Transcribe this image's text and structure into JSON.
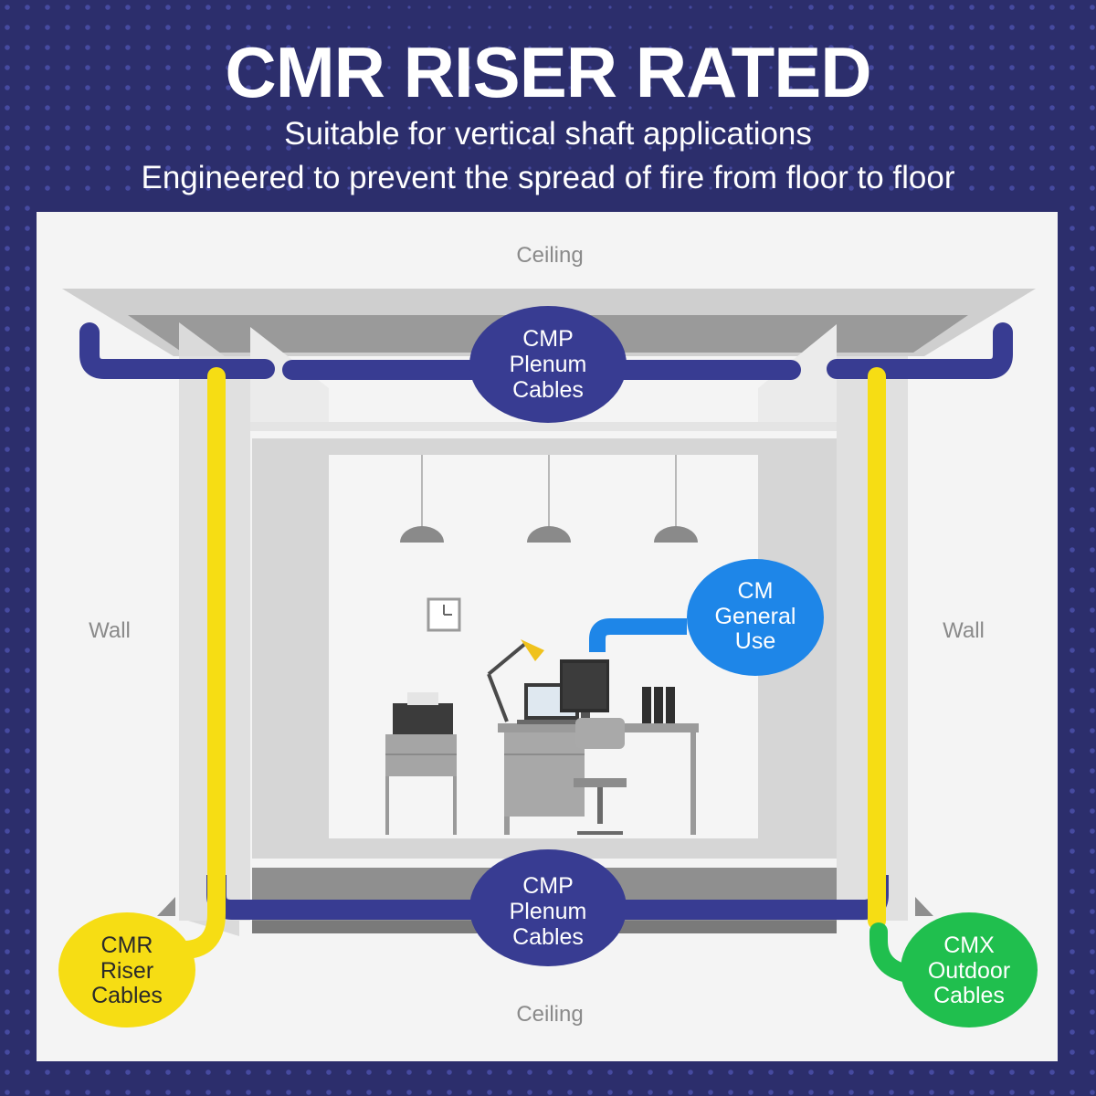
{
  "header": {
    "title": "CMR RISER RATED",
    "subtitle_line1": "Suitable for vertical shaft applications",
    "subtitle_line2": "Engineered to prevent the spread of fire from floor to floor"
  },
  "labels": {
    "ceiling_top": "Ceiling",
    "ceiling_bottom": "Ceiling",
    "wall_left": "Wall",
    "wall_right": "Wall"
  },
  "badges": {
    "cmp_top": [
      "CMP",
      "Plenum",
      "Cables"
    ],
    "cmp_bottom": [
      "CMP",
      "Plenum",
      "Cables"
    ],
    "cm_general": [
      "CM",
      "General",
      "Use"
    ],
    "cmr_riser": [
      "CMR",
      "Riser",
      "Cables"
    ],
    "cmx_outdoor": [
      "CMX",
      "Outdoor",
      "Cables"
    ]
  },
  "colors": {
    "background_navy": "#2c2e6c",
    "plenum_blue": "#383c92",
    "general_blue": "#1e86e8",
    "riser_yellow": "#f6dd14",
    "outdoor_green": "#20bf4e",
    "panel_white": "#f4f4f4"
  }
}
